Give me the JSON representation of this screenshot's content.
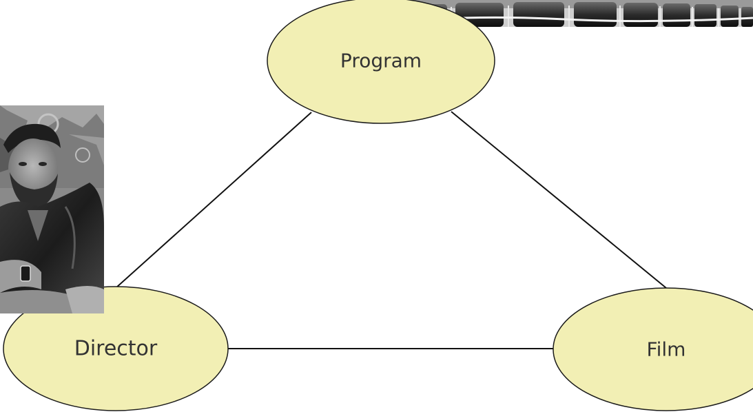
{
  "diagram": {
    "nodes": {
      "program": {
        "label": "Program"
      },
      "director": {
        "label": "Director"
      },
      "film": {
        "label": "Film"
      }
    },
    "edges": [
      {
        "from": "program",
        "to": "director"
      },
      {
        "from": "program",
        "to": "film"
      },
      {
        "from": "director",
        "to": "film"
      }
    ]
  },
  "photos": {
    "director_portrait": {
      "alt": "black-and-white portrait photo of a bearded man"
    },
    "theater_seats": {
      "alt": "black-and-white photo of theater seats"
    }
  },
  "colors": {
    "node_fill": "#f2efb4",
    "node_stroke": "#1a1a1a",
    "edge": "#111111",
    "label_text": "#333333"
  }
}
